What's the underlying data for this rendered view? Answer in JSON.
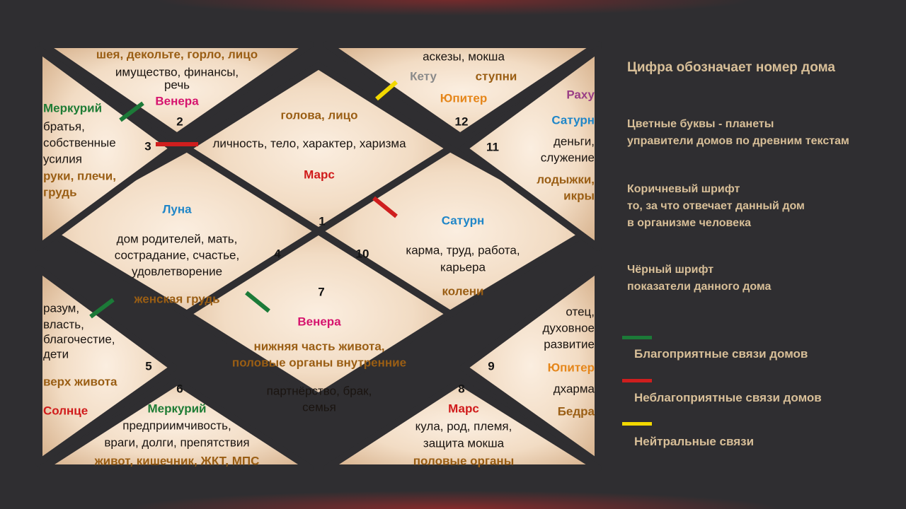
{
  "colors": {
    "planet_magenta": "#d6146e",
    "planet_green": "#1e7c35",
    "planet_blue": "#1f86c8",
    "planet_red": "#d01a1a",
    "planet_orange": "#e5861a",
    "planet_grey": "#8a8a8a",
    "planet_purple": "#9a3f86",
    "body_brown": "#9a5e14",
    "good_link": "#1c7a38",
    "bad_link": "#cf1e1e",
    "neutral_link": "#f2d800"
  },
  "houses": {
    "h1": {
      "number": "1",
      "planet": "Марс",
      "body": "голова, лицо",
      "indicators": "личность, тело, характер, харизма"
    },
    "h2": {
      "number": "2",
      "planet": "Венера",
      "body": "шея, декольте, горло, лицо",
      "indicators_line1": "имущество, финансы,",
      "indicators_line2": "речь"
    },
    "h3": {
      "number": "3",
      "planet": "Меркурий",
      "indicators_line1": "братья,",
      "indicators_line2": "собственные",
      "indicators_line3": "усилия",
      "body_line1": "руки, плечи,",
      "body_line2": "грудь"
    },
    "h4": {
      "number": "4",
      "planet": "Луна",
      "indicators_line1": "дом родителей, мать,",
      "indicators_line2": "сострадание, счастье,",
      "indicators_line3": "удовлетворение",
      "body": "женская грудь"
    },
    "h5": {
      "number": "5",
      "planet": "Солнце",
      "indicators_line1": "разум,",
      "indicators_line2": "власть,",
      "indicators_line3": "благочестие,",
      "indicators_line4": "дети",
      "body": "верх живота"
    },
    "h6": {
      "number": "6",
      "planet": "Меркурий",
      "indicators_line1": "предприимчивость,",
      "indicators_line2": "враги, долги, препятствия",
      "body": "живот, кишечник, ЖКТ, МПС"
    },
    "h7": {
      "number": "7",
      "planet": "Венера",
      "body_line1": "нижняя часть живота,",
      "body_line2": "половые органы внутренние",
      "indicators_line1": "партнёрство, брак,",
      "indicators_line2": "семья"
    },
    "h8": {
      "number": "8",
      "planet": "Марс",
      "indicators_line1": "кула, род, племя,",
      "indicators_line2": "защита мокша",
      "body": "половые органы"
    },
    "h9": {
      "number": "9",
      "planet": "Юпитер",
      "indicators_line1": "отец,",
      "indicators_line2": "духовное",
      "indicators_line3": "развитие",
      "indicators_line4": "дхарма",
      "body": "Бедра"
    },
    "h10": {
      "number": "10",
      "planet": "Сатурн",
      "indicators_line1": "карма, труд, работа,",
      "indicators_line2": "карьера",
      "body": "колени"
    },
    "h11": {
      "number": "11",
      "planet_top": "Раху",
      "planet": "Сатурн",
      "indicators_line1": "деньги,",
      "indicators_line2": "служение",
      "body_line1": "лодыжки,",
      "body_line2": "икры"
    },
    "h12": {
      "number": "12",
      "planet": "Юпитер",
      "planet_alt": "Кету",
      "indicators": "аскезы, мокша",
      "body": "ступни"
    }
  },
  "legend": {
    "title": "Цифра обозначает номер дома",
    "colored_line1": "Цветные буквы - планеты",
    "colored_line2": "управители домов по древним текстам",
    "brown_line1": "Коричневый шрифт",
    "brown_line2": "то, за что отвечает данный дом",
    "brown_line3": "в организме человека",
    "black_line1": "Чёрный шрифт",
    "black_line2": "показатели данного дома",
    "good": "Благоприятные связи домов",
    "bad": "Неблагоприятные связи домов",
    "neutral": "Нейтральные связи"
  }
}
